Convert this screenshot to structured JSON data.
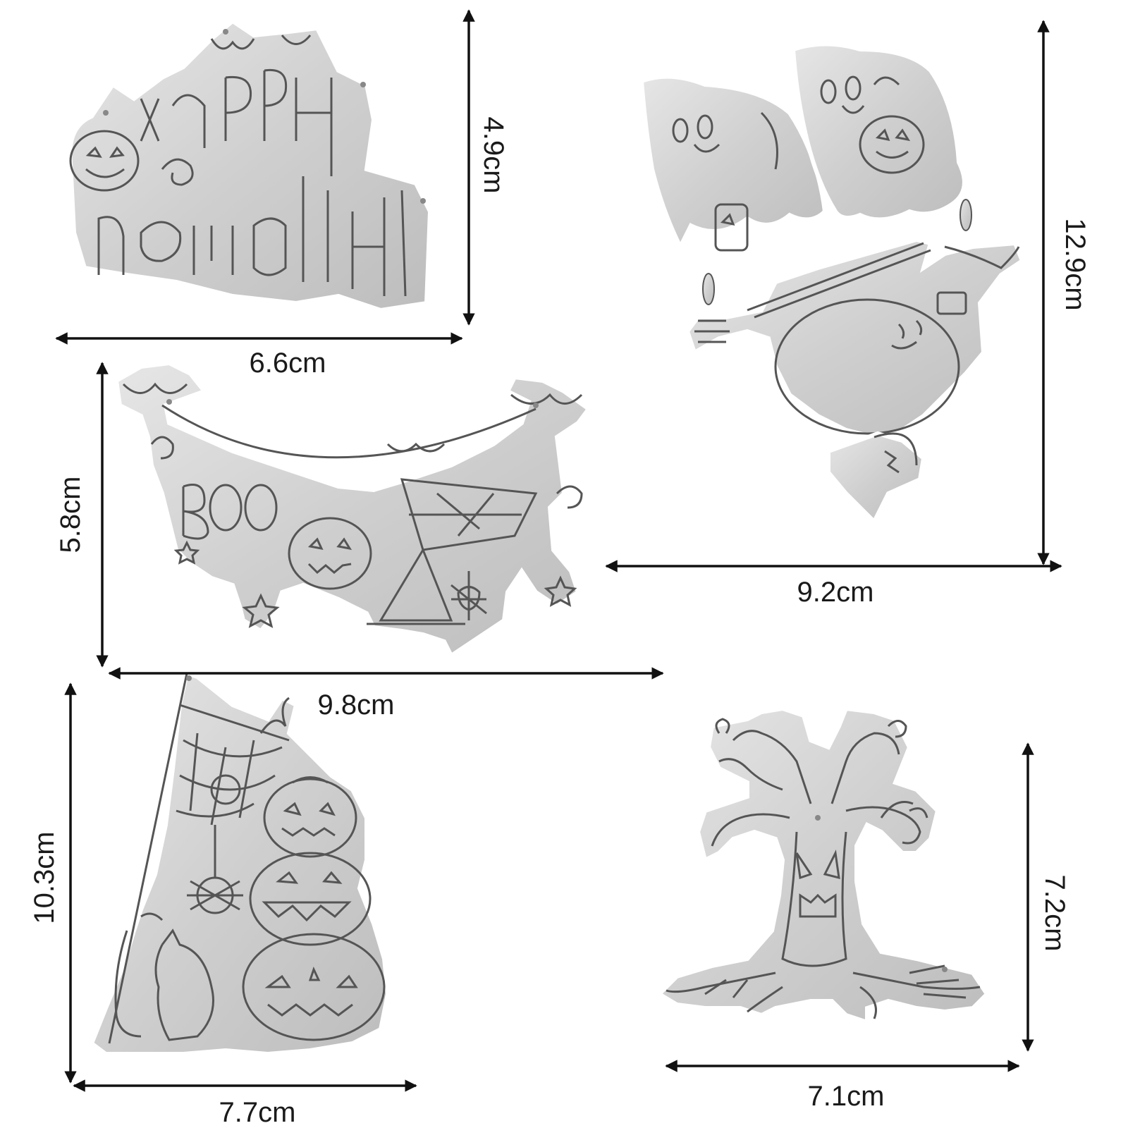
{
  "colors": {
    "background": "#ffffff",
    "metal_light": "#dcdcdc",
    "metal_mid": "#c4c4c4",
    "metal_outline": "#5a5a5a",
    "metal_edge": "#ffffff",
    "arrow": "#111111",
    "label": "#1a1a1a"
  },
  "dies": [
    {
      "id": "happy-halloween",
      "icon": "happy-halloween-lettering-die",
      "width": "6.6cm",
      "height": "4.9cm"
    },
    {
      "id": "ghosts-witch",
      "icon": "ghosts-with-witch-ghost-die",
      "width": "9.2cm",
      "height": "12.9cm"
    },
    {
      "id": "boo-garland",
      "icon": "boo-bat-garland-die",
      "width": "9.8cm",
      "height": "5.8cm"
    },
    {
      "id": "pumpkins-web",
      "icon": "pumpkins-spiderweb-cat-die",
      "width": "7.7cm",
      "height": "10.3cm"
    },
    {
      "id": "spooky-tree",
      "icon": "spooky-tree-face-die",
      "width": "7.1cm",
      "height": "7.2cm"
    }
  ]
}
